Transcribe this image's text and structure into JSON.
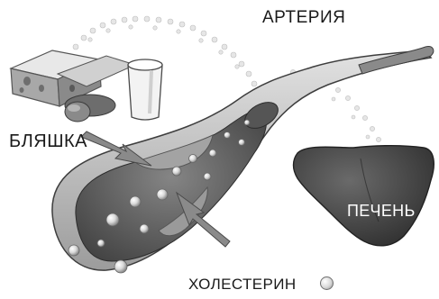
{
  "labels": {
    "artery": "АРТЕРИЯ",
    "plaque": "БЛЯШКА",
    "liver": "ПЕЧЕНЬ",
    "cholesterol": "ХОЛЕСТЕРИН"
  },
  "colors": {
    "artery_outer": "#c9c9c9",
    "artery_lumen": "#6b6b6b",
    "liver": "#4a4a4a",
    "plaque": "#9a9a9a",
    "arrow": "#8a8a8a"
  },
  "icons": [
    "cheese-icon",
    "milk-glass-icon",
    "sausage-icon",
    "liver-icon",
    "arrow-icon",
    "cholesterol-particle-icon"
  ]
}
